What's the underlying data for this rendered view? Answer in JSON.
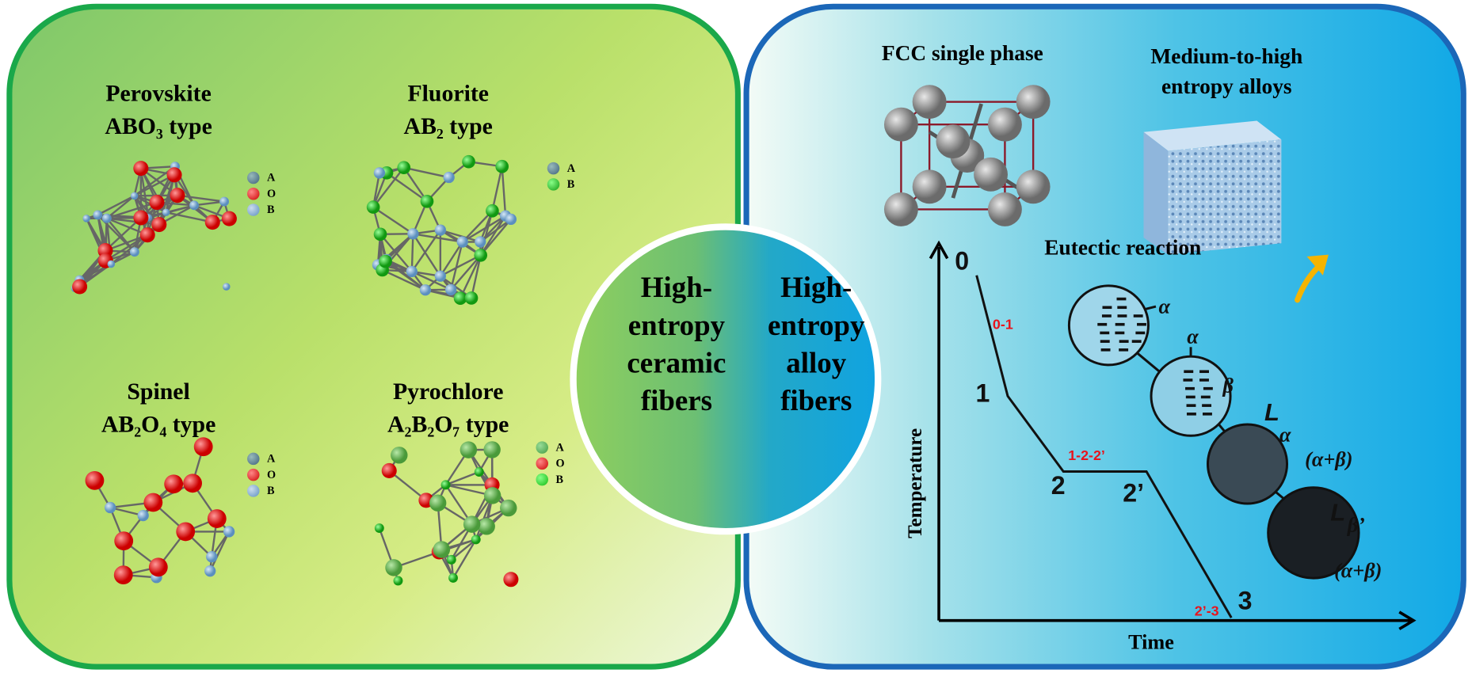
{
  "left_panel": {
    "perovskite": {
      "name": "Perovskite",
      "formula": "ABO₃ type",
      "legend": [
        "A",
        "O",
        "B"
      ]
    },
    "fluorite": {
      "name": "Fluorite",
      "formula": "AB₂  type",
      "legend": [
        "A",
        "B"
      ]
    },
    "spinel": {
      "name": "Spinel",
      "formula": "AB₂O₄ type",
      "legend": [
        "A",
        "O",
        "B"
      ]
    },
    "pyrochlore": {
      "name": "Pyrochlore",
      "formula": "A₂B₂O₇  type",
      "legend": [
        "A",
        "O",
        "B"
      ]
    }
  },
  "center": {
    "left_lines": [
      "High-",
      "entropy",
      "ceramic",
      "fibers"
    ],
    "right_lines": [
      "High-",
      "entropy",
      "alloy",
      "fibers"
    ]
  },
  "right_panel": {
    "fcc_label": "FCC single phase",
    "alloy_label": [
      "Medium-to-high",
      "entropy alloys"
    ],
    "eutectic_label": "Eutectic reaction",
    "y_axis": "Temperature",
    "x_axis": "Time",
    "points": [
      "0",
      "1",
      "2",
      "2’",
      "3"
    ],
    "segments": [
      "0-1",
      "1-2-2’",
      "2’-3"
    ],
    "phases": [
      "α",
      "α",
      "β",
      "L",
      "α",
      "(α+β)",
      "L",
      "β’",
      "(α+β)"
    ]
  },
  "colors": {
    "green_border": "#1aa84a",
    "blue_border": "#1b67b8",
    "oxygen": "#e00000",
    "a_atom": "#4a6f8c",
    "b_atom": "#6fa3d0",
    "b_green": "#22c022",
    "segment_red": "#e8141c",
    "arrow": "#f5b400"
  }
}
